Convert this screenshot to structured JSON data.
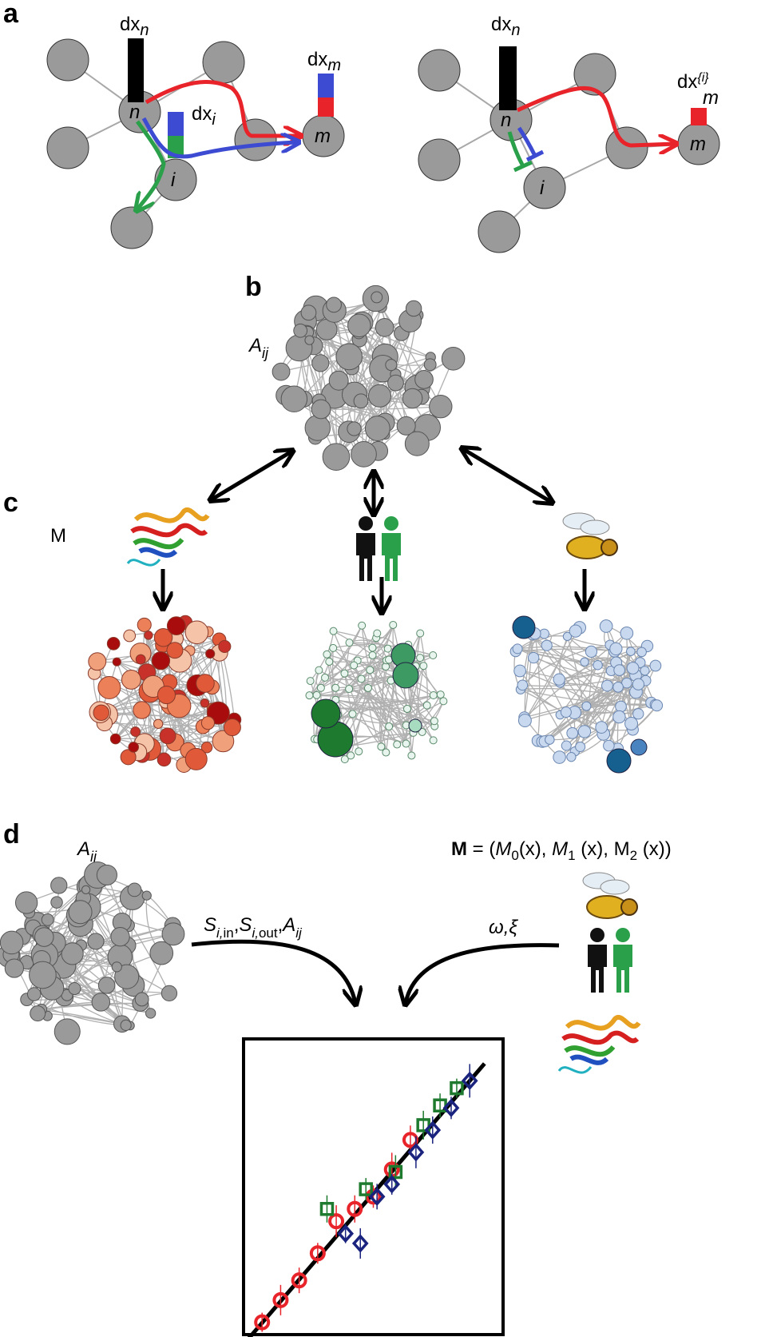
{
  "panels": {
    "a": {
      "letter": "a",
      "left_graph": {
        "dxn_main": "dx",
        "dxn_sub": "n",
        "dxm_main": "dx",
        "dxm_sub": "m",
        "dxi_main": "dx",
        "dxi_sub": "i",
        "node_n": "n",
        "node_i": "i",
        "node_m": "m"
      },
      "right_graph": {
        "dxn_main": "dx",
        "dxn_sub": "n",
        "dxm_main": "dx",
        "dxm_sup": "{i}",
        "dxm_sub": "m",
        "node_n": "n",
        "node_i": "i",
        "node_m": "m"
      }
    },
    "b": {
      "letter": "b",
      "matrix_main": "A",
      "matrix_sub": "ij"
    },
    "c": {
      "letter": "c",
      "model_label": "M"
    },
    "d": {
      "letter": "d",
      "matrix_main": "A",
      "matrix_sub": "ij",
      "left_formula": {
        "s1": "S",
        "s1_sub": "i,",
        "s1_sub2": "in",
        "s2": "S",
        "s2_sub": "i,",
        "s2_sub2": "out",
        "a": "A",
        "a_sub": "ij"
      },
      "right_formula": "ω,ξ",
      "model_formula": {
        "bold_m": "M",
        "eq": " = (",
        "m0": "M",
        "m0_sub": "0",
        "m0_arg": "(x), ",
        "m1": "M",
        "m1_sub": "1",
        "m1_arg": " (x), ",
        "m2": "M",
        "m2_sub": "2",
        "m2_arg": " (x))"
      }
    }
  },
  "colors": {
    "node_gray": "#9a9a9a",
    "edge_gray": "#a8a8a8",
    "red": "#e8232a",
    "blue": "#3c4bd2",
    "green": "#2aa04a",
    "dark_blue": "#1a237e",
    "dark_green": "#1e7a2e",
    "black": "#000000"
  },
  "chart_data": {
    "type": "scatter",
    "title": "",
    "xlabel": "",
    "ylabel": "",
    "series": [
      {
        "marker": "circle",
        "color": "#e8232a",
        "x": [
          1,
          2,
          3,
          4,
          5,
          6,
          7,
          8,
          9
        ],
        "y": [
          0.5,
          1.4,
          2.2,
          3.3,
          4.6,
          5.1,
          5.6,
          6.7,
          7.9
        ]
      },
      {
        "marker": "square",
        "color": "#1e7a2e",
        "x": [
          4.5,
          6.6,
          8.2,
          9.7,
          10.6,
          11.5
        ],
        "y": [
          5.1,
          5.9,
          6.6,
          8.5,
          9.3,
          10.0
        ]
      },
      {
        "marker": "diamond",
        "color": "#1a237e",
        "x": [
          5.5,
          6.3,
          7.2,
          8.0,
          9.3,
          10.2,
          11.2,
          12.2
        ],
        "y": [
          4.1,
          3.7,
          5.6,
          6.1,
          7.4,
          8.3,
          9.2,
          10.3
        ]
      }
    ],
    "fit_line": {
      "x": [
        0,
        13
      ],
      "y": [
        -0.4,
        11.0
      ]
    },
    "xlim": [
      0,
      14
    ],
    "ylim": [
      0,
      12
    ]
  }
}
